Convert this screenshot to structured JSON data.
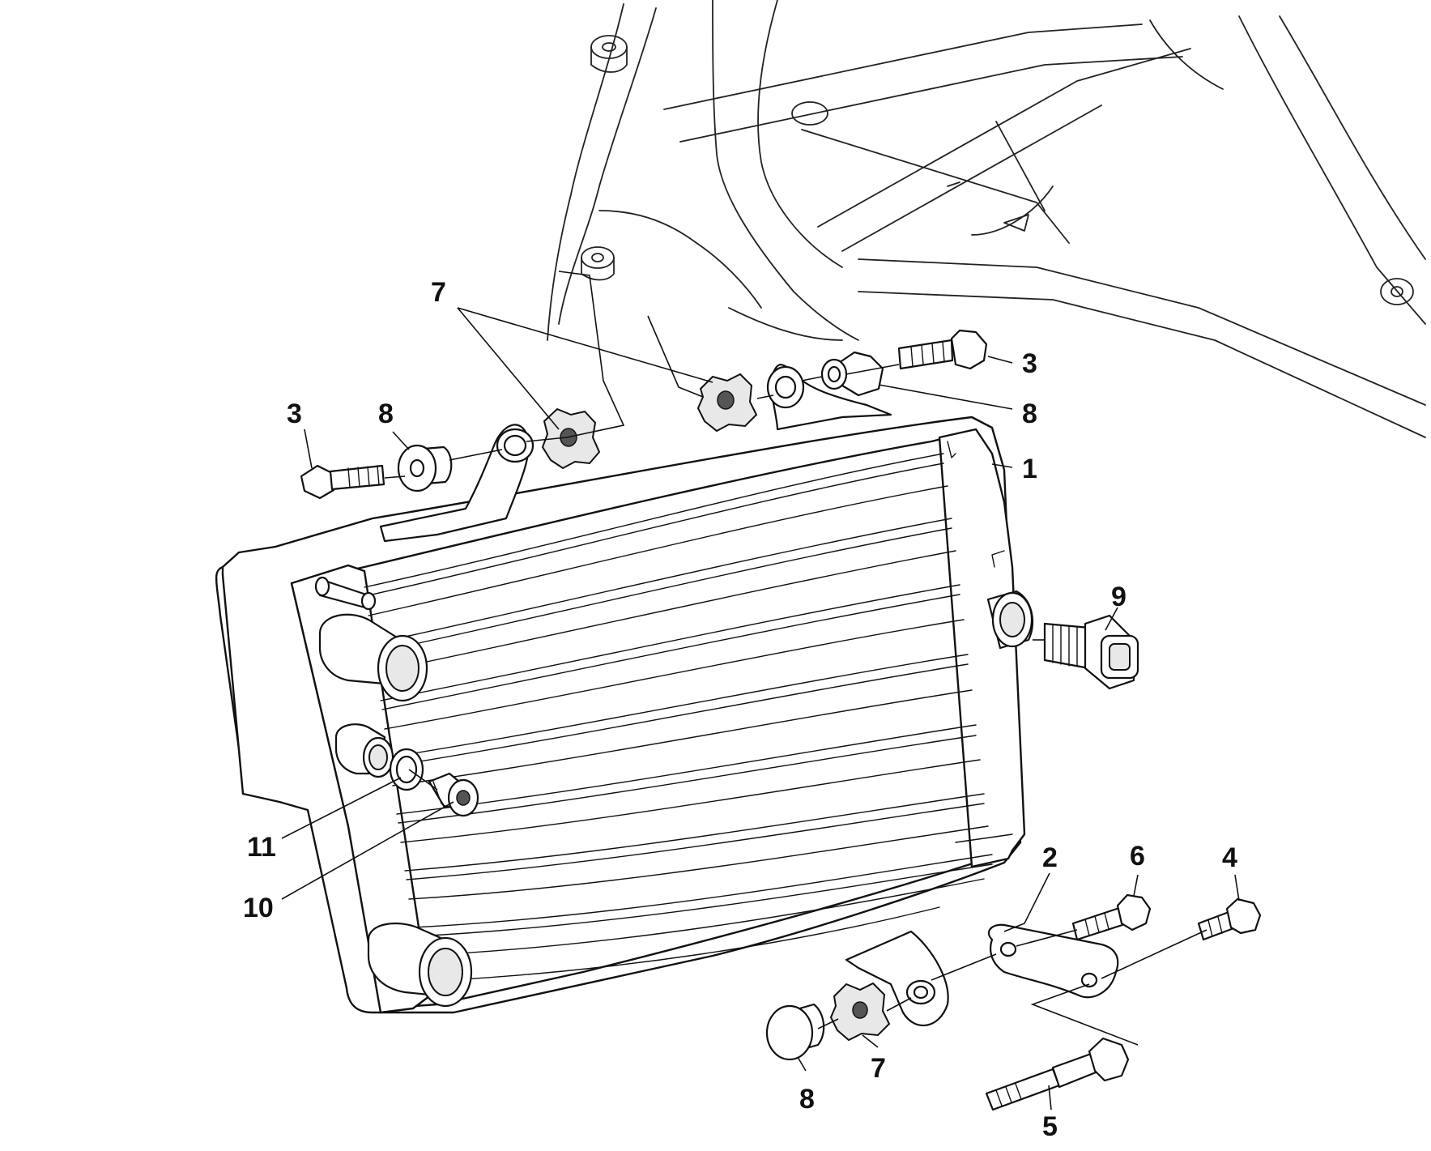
{
  "callouts": {
    "c1": "1",
    "c2": "2",
    "c3_left": "3",
    "c3_right": "3",
    "c4": "4",
    "c5": "5",
    "c6": "6",
    "c7_top": "7",
    "c7_bottom": "7",
    "c8_left": "8",
    "c8_right": "8",
    "c8_bottom": "8",
    "c9": "9",
    "c10": "10",
    "c11": "11"
  }
}
